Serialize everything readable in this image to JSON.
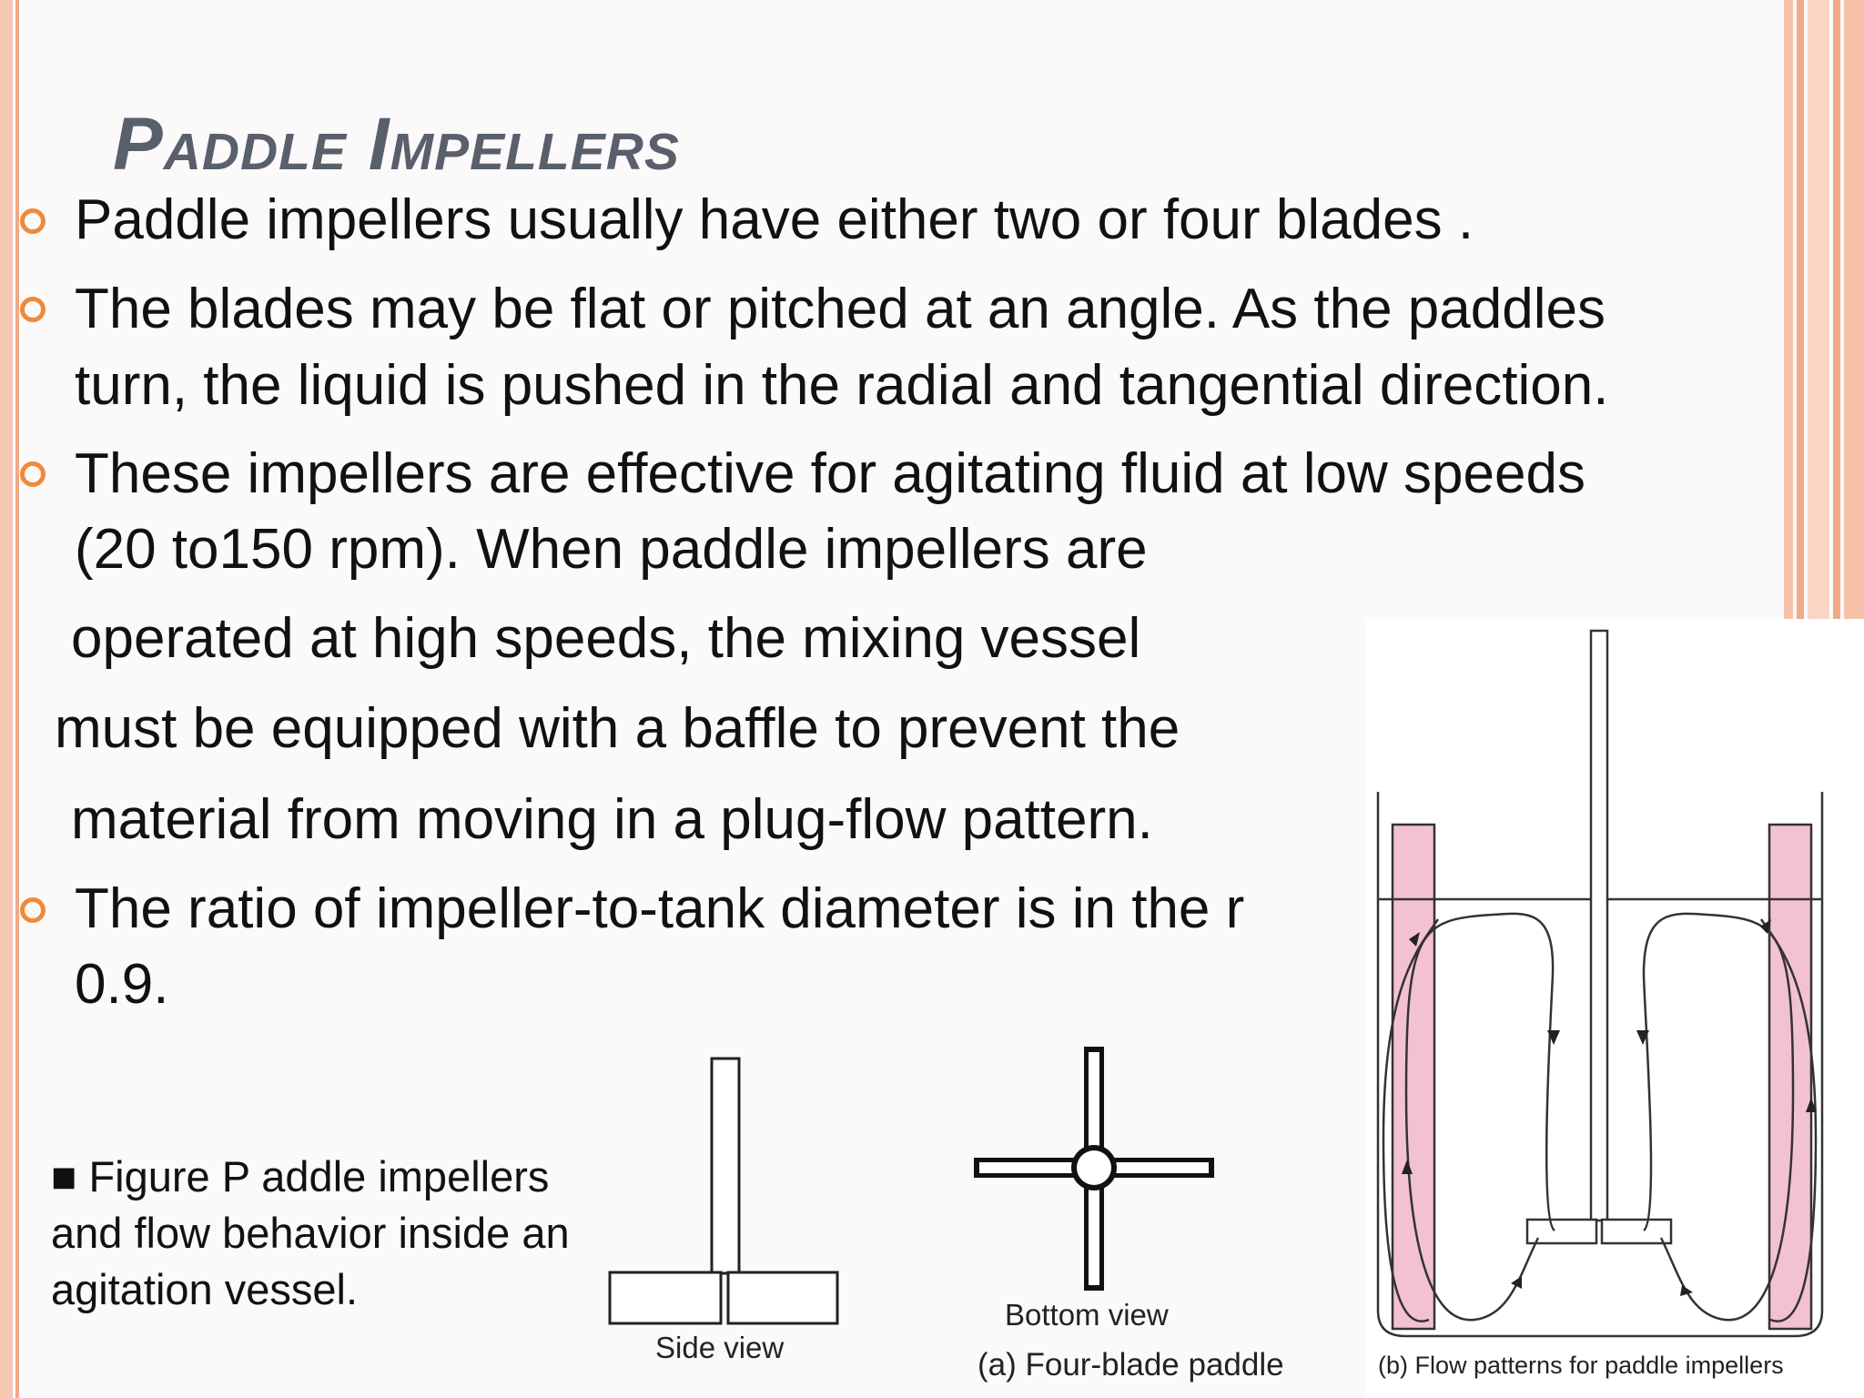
{
  "slide": {
    "title": "Paddle Impellers",
    "bullets": {
      "b1": "Paddle impellers usually have either two or four blades .",
      "b2_line1": "The blades may be flat or pitched at an angle. As the paddles",
      "b2_line2": "turn, the liquid is pushed in the radial and tangential direction.",
      "b3_line1": "These impellers are effective for agitating fluid at low speeds",
      "b3_line2": "(20 to150 rpm). When paddle impellers are",
      "b3_line3": "operated at high speeds, the mixing vessel",
      "b3_line4": "must be equipped with a baffle to prevent the",
      "b3_line5": "material from moving in a plug-flow pattern.",
      "b4_line1": "The ratio of impeller-to-tank diameter is in the r",
      "b4_line2": "0.9."
    },
    "caption": {
      "line1": "■ Figure P addle impellers",
      "line2": "and flow behavior inside an",
      "line3": "agitation vessel."
    },
    "figure_labels": {
      "side_view": "Side view",
      "bottom_view": "Bottom view",
      "part_a": "(a) Four-blade paddle",
      "part_b": "(b) Flow patterns for paddle impellers"
    }
  },
  "colors": {
    "title": "#59606c",
    "bullet": "#ef8a3b",
    "border_light": "#f6c8b2",
    "border_dark": "#f2a987",
    "baffle": "#f3c1d4"
  }
}
